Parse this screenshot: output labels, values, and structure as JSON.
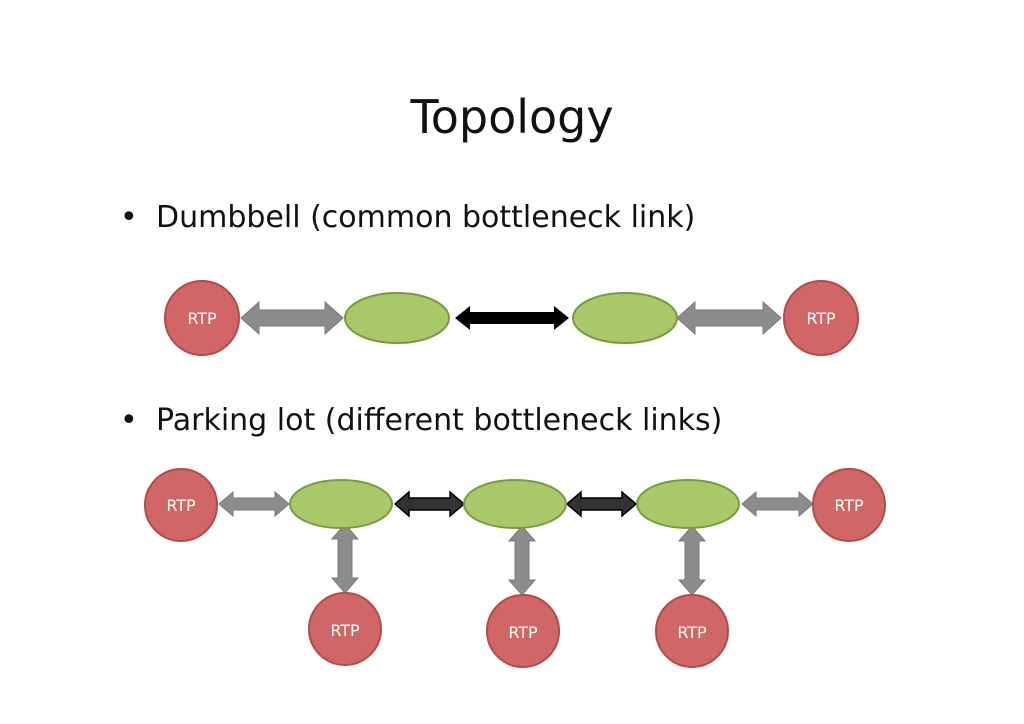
{
  "slide": {
    "title": "Topology",
    "bullets": [
      {
        "marker": "•",
        "text": "Dumbbell (common bottleneck link)"
      },
      {
        "marker": "•",
        "text": "Parking lot (different bottleneck links)"
      }
    ]
  },
  "colors": {
    "endpoint_fill": "#d06666",
    "endpoint_stroke": "#b24b4b",
    "router_fill": "#a8c86a",
    "router_stroke": "#7a9a40",
    "access_link": "#8c8c8c",
    "bottleneck_dumbbell": "#000000",
    "bottleneck_parking": "#333333"
  },
  "diagrams": {
    "dumbbell": {
      "endpoints": [
        {
          "label": "RTP"
        },
        {
          "label": "RTP"
        }
      ],
      "routers": 2
    },
    "parking_lot": {
      "endpoints": [
        {
          "label": "RTP"
        },
        {
          "label": "RTP"
        },
        {
          "label": "RTP"
        },
        {
          "label": "RTP"
        },
        {
          "label": "RTP"
        }
      ],
      "routers": 3
    }
  }
}
